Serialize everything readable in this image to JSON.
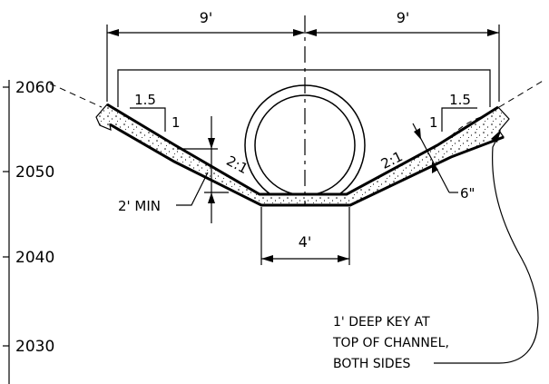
{
  "elevations": [
    "2060",
    "2050",
    "2040",
    "2030"
  ],
  "dimensions": {
    "left_top_width": "9'",
    "right_top_width": "9'",
    "bottom_width": "4'",
    "min_depth": "2' MIN",
    "lining_thickness": "6\""
  },
  "slopes": {
    "left_run": "1.5",
    "left_rise": "1",
    "right_run": "1.5",
    "right_rise": "1",
    "left_side_slope": "2:1",
    "right_side_slope": "2:1"
  },
  "note_lines": [
    "1' DEEP KEY AT",
    "TOP OF CHANNEL,",
    "BOTH SIDES"
  ]
}
